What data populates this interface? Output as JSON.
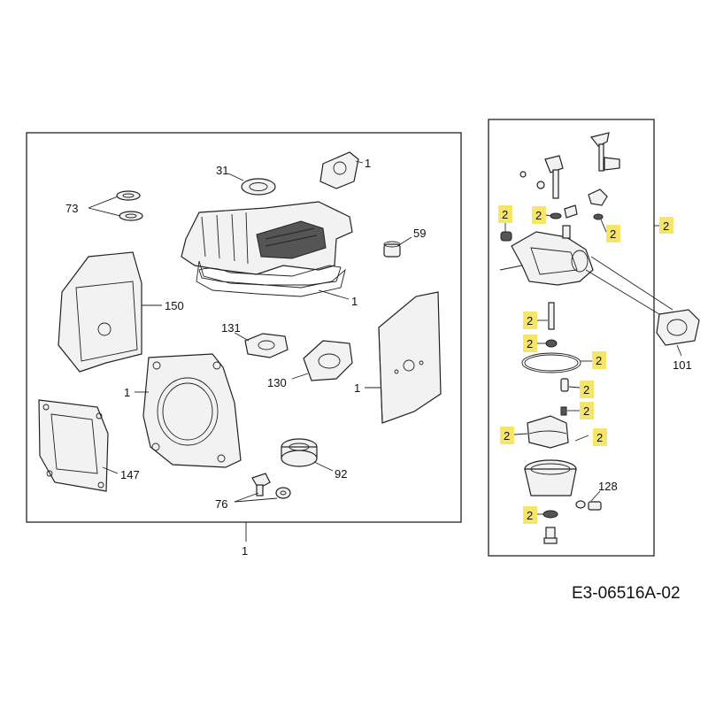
{
  "callouts": {
    "c31": "31",
    "c1_cover_gasket": "1",
    "c73": "73",
    "c59": "59",
    "c1_head_gasket": "1",
    "c150": "150",
    "c131": "131",
    "c130": "130",
    "c1_cyl_gasket": "1",
    "c1_plate": "1",
    "c147": "147",
    "c92": "92",
    "c76": "76",
    "c1_kit": "1",
    "c2_carb_kit": "2",
    "c101": "101",
    "c128": "128"
  },
  "highlighted_callouts": [
    "2",
    "2",
    "2",
    "2",
    "2",
    "2",
    "2",
    "2",
    "2",
    "2",
    "2"
  ],
  "drawing_code": "E3-06516A-02",
  "colors": {
    "highlight": "#f5e66a",
    "line": "#222222"
  }
}
